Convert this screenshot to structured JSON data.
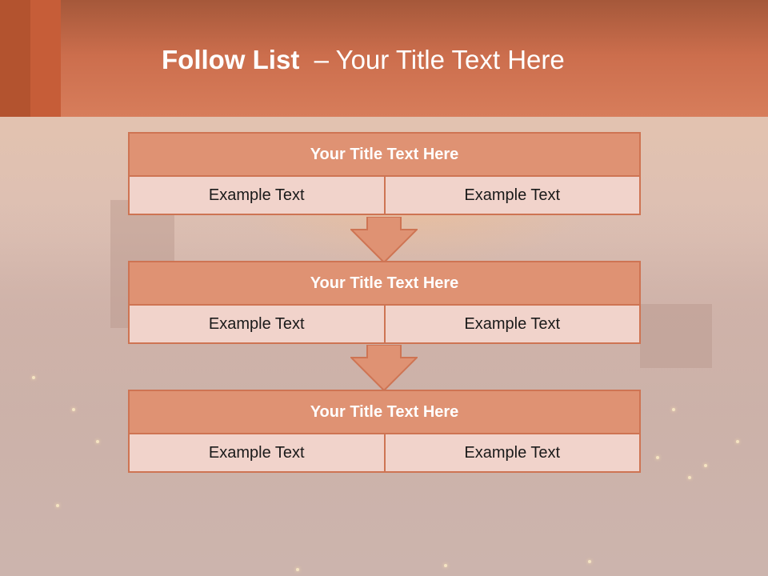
{
  "slide": {
    "title_bold": "Follow List",
    "title_rest": "  – Your Title Text Here"
  },
  "steps": [
    {
      "title": "Your Title Text Here",
      "left": "Example Text",
      "right": "Example Text"
    },
    {
      "title": "Your Title Text Here",
      "left": "Example Text",
      "right": "Example Text"
    },
    {
      "title": "Your Title Text Here",
      "left": "Example Text",
      "right": "Example Text"
    }
  ],
  "colors": {
    "header": "#d77d5b",
    "block_title_fill": "#df9273",
    "block_border": "#ce7453",
    "cell_fill": "#f1d3cb",
    "arrow_fill": "#df9273"
  },
  "icons": [
    "down-arrow-icon",
    "down-arrow-icon"
  ]
}
